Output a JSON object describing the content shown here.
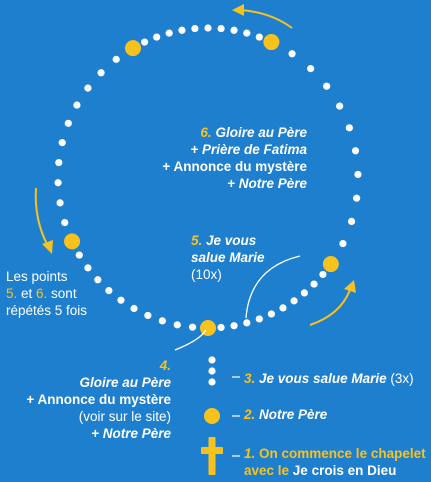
{
  "colors": {
    "background": "#1e7fcf",
    "bead_small": "#ffffff",
    "bead_large": "#f8c21c",
    "accent": "#f8c21c",
    "text": "#ffffff"
  },
  "icons": {
    "cross": "latin-cross-icon",
    "arrows": "curved-arrow-icon"
  },
  "labels": {
    "step6": {
      "num": "6.",
      "l1": "Gloire au Père",
      "l2": "+ Prière de Fatima",
      "l3": "+ Annonce du mystère",
      "l4": "+ Notre Père"
    },
    "step5": {
      "num": "5.",
      "l1": "Je vous",
      "l2": "salue Marie",
      "l3": "(10x)"
    },
    "repeat": {
      "l1": "Les points",
      "num5": "5.",
      "and": " et ",
      "num6": "6.",
      "sont": " sont",
      "l3": "répétés 5 fois"
    },
    "step4": {
      "num": "4.",
      "l1": "Gloire au Père",
      "l2": "+ Annonce du mystère",
      "l3": "(voir sur le site)",
      "l4": "+ Notre Père"
    },
    "step3": {
      "num": "3.",
      "text": "Je vous salue Marie",
      "count": " (3x)"
    },
    "step2": {
      "num": "2.",
      "text": "Notre Père"
    },
    "step1": {
      "num": "1.",
      "l1": "On commence le chapelet",
      "l2a": "avec le ",
      "l2b": "Je crois en Dieu"
    }
  }
}
